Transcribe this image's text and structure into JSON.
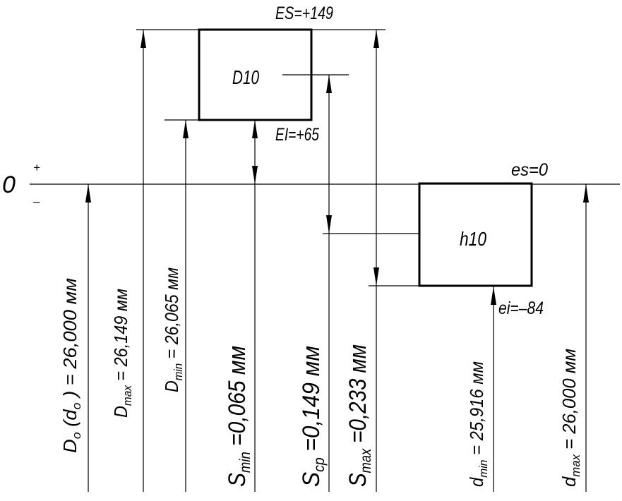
{
  "axis": {
    "zero": "0",
    "plus": "+",
    "minus": "–"
  },
  "hole_field": {
    "label": "D10",
    "upper_deviation": "ES=+149",
    "lower_deviation": "EI=+65"
  },
  "shaft_field": {
    "label": "h10",
    "upper_deviation": "es=0",
    "lower_deviation": "ei=–84"
  },
  "dimensions": {
    "nominal": {
      "symbol": "D",
      "symbol_sub": "o",
      "alt": " (d",
      "alt_sub": "o",
      "value": " ) = 26,000 мм"
    },
    "hole_max": {
      "symbol": "D",
      "sub": "max",
      "value": " = 26,149 мм"
    },
    "hole_min": {
      "symbol": "D",
      "sub": "min",
      "value": " = 26,065 мм"
    },
    "clearance_min": {
      "symbol": "S",
      "sub": "min",
      "value": " =0,065 мм"
    },
    "clearance_mean": {
      "symbol": "S",
      "sub": "ср",
      "value": " =0,149 мм"
    },
    "clearance_max": {
      "symbol": "S",
      "sub": "max",
      "value": " =0,233 мм"
    },
    "shaft_min": {
      "symbol": "d",
      "sub": "min",
      "value": " = 25,916 мм"
    },
    "shaft_max": {
      "symbol": "d",
      "sub": "max",
      "value": " = 26,000 мм"
    }
  }
}
